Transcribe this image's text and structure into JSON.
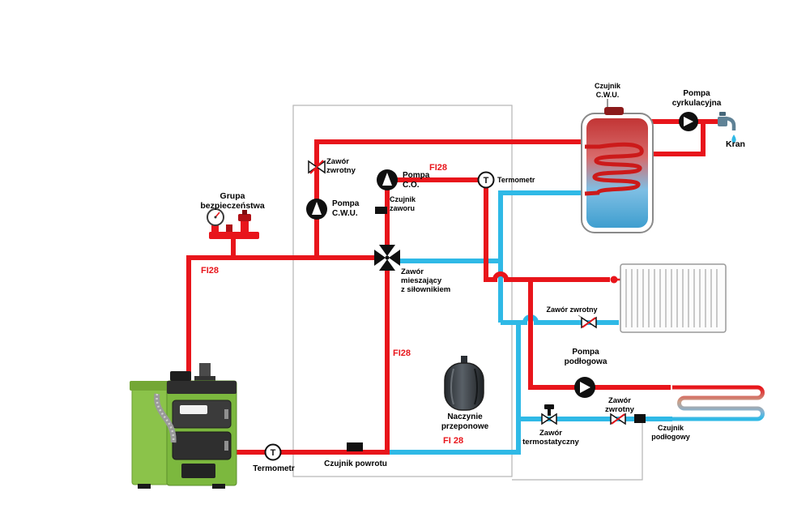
{
  "labels": {
    "safety_group": "Grupa\nbezpieczeństwa",
    "fi28_left": "FI28",
    "check_valve_top": "Zawór\nzwrotny",
    "pump_dhw": "Pompa\nC.W.U.",
    "pump_ch": "Pompa\nC.O.",
    "fi28_top": "FI28",
    "valve_sensor": "Czujnik\nzaworu",
    "thermometer_top": "Termometr",
    "mixing_valve": "Zawór\nmieszający\nz siłownikiem",
    "dhw_sensor": "Czujnik\nC.W.U.",
    "circulation_pump": "Pompa\ncyrkulacyjna",
    "tap": "Kran",
    "check_valve_right": "Zawór zwrotny",
    "floor_pump": "Pompa\npodłogowa",
    "check_valve_bottom": "Zawór\nzwrotny",
    "floor_sensor": "Czujnik\npodłogowy",
    "thermostatic_valve": "Zawór\ntermostatyczny",
    "expansion_vessel": "Naczynie\nprzeponowe",
    "fi28_mid": "FI28",
    "fi28_bottom": "FI 28",
    "return_sensor": "Czujnik powrotu",
    "thermometer_bottom": "Termometr",
    "thermometer_symbol": "T"
  },
  "colors": {
    "pipe_hot": "#e8151b",
    "pipe_cold": "#2fb9e6",
    "boiler_green": "#7cb83e",
    "label_red": "#e8151b"
  }
}
